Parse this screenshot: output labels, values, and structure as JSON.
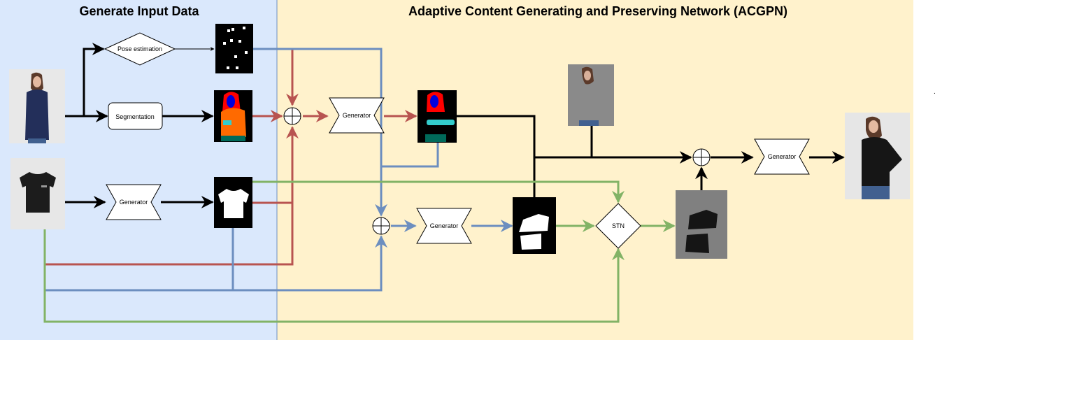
{
  "sections": {
    "left_title": "Generate Input Data",
    "right_title": "Adaptive Content Generating and Preserving Network (ACGPN)"
  },
  "nodes": {
    "pose_estimation": "Pose estimation",
    "segmentation": "Segmentation",
    "generator_cloth_mask": "Generator",
    "generator_semantic": "Generator",
    "generator_warp_mask": "Generator",
    "stn": "STN",
    "generator_final": "Generator"
  },
  "stray_mark": ".",
  "colors": {
    "left_panel": "#dae8fc",
    "right_panel": "#fff2cc",
    "panel_divider": "#6c8ebf",
    "arrow_black": "#000000",
    "arrow_red": "#b85450",
    "arrow_blue": "#6c8ebf",
    "arrow_green": "#82b366"
  }
}
